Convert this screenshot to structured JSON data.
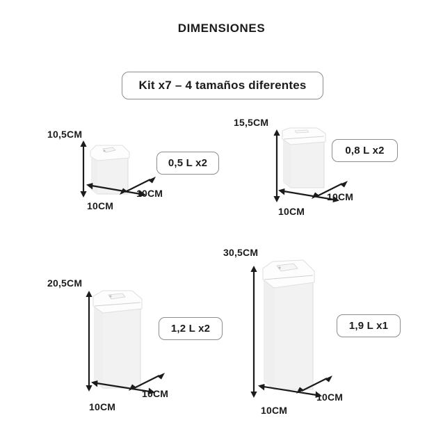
{
  "header": {
    "title": "DIMENSIONES",
    "kit_pill": "Kit x7 – 4 tamaños diferentes"
  },
  "colors": {
    "text": "#1b1b1b",
    "badge_border": "#8c8c8c",
    "arrow": "#1b1b1b",
    "container_body": "#f2f2f2",
    "container_edge": "#d8d8d8",
    "lid": "#fdfdfd",
    "background": "#ffffff"
  },
  "units": "CM",
  "products": [
    {
      "id": "container-0-5l",
      "volume_label": "0,5 L x2",
      "height_label": "10,5CM",
      "width_label": "10CM",
      "depth_label": "10CM",
      "height_cm": 10.5,
      "width_cm": 10,
      "depth_cm": 10,
      "quantity": 2
    },
    {
      "id": "container-0-8l",
      "volume_label": "0,8 L x2",
      "height_label": "15,5CM",
      "width_label": "10CM",
      "depth_label": "10CM",
      "height_cm": 15.5,
      "width_cm": 10,
      "depth_cm": 10,
      "quantity": 2
    },
    {
      "id": "container-1-2l",
      "volume_label": "1,2 L x2",
      "height_label": "20,5CM",
      "width_label": "10CM",
      "depth_label": "10CM",
      "height_cm": 20.5,
      "width_cm": 10,
      "depth_cm": 10,
      "quantity": 2
    },
    {
      "id": "container-1-9l",
      "volume_label": "1,9 L x1",
      "height_label": "30,5CM",
      "width_label": "10CM",
      "depth_label": "10CM",
      "height_cm": 30.5,
      "width_cm": 10,
      "depth_cm": 10,
      "quantity": 1
    }
  ]
}
